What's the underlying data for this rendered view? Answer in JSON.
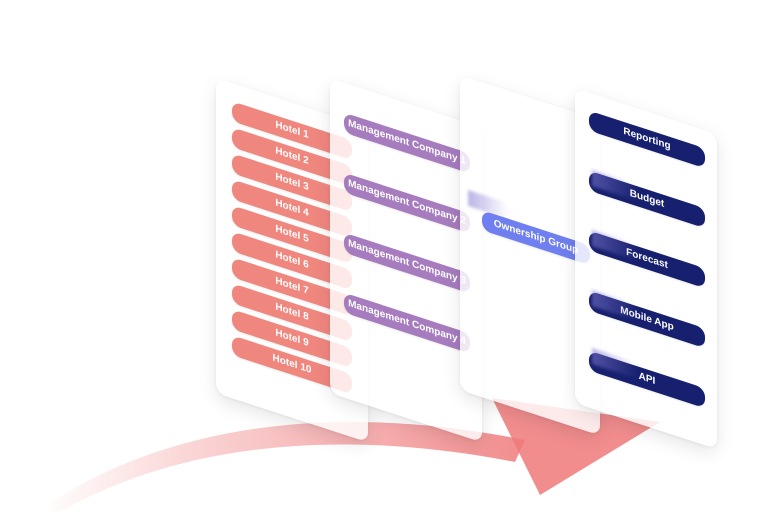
{
  "hotels": [
    "Hotel 1",
    "Hotel 2",
    "Hotel 3",
    "Hotel 4",
    "Hotel 5",
    "Hotel 6",
    "Hotel 7",
    "Hotel 8",
    "Hotel 9",
    "Hotel 10"
  ],
  "management_companies": [
    "Management Company 1",
    "Management Company 2",
    "Management Company 3",
    "Management Company 4"
  ],
  "ownership_group": "Ownership Group",
  "outputs": [
    "Reporting",
    "Budget",
    "Forecast",
    "Mobile App",
    "API"
  ],
  "colors": {
    "hotel": "#f0877f",
    "management": "#a67cbf",
    "ownership": "#6f7ff0",
    "output": "#16206e",
    "arrow": "#f0797a"
  }
}
